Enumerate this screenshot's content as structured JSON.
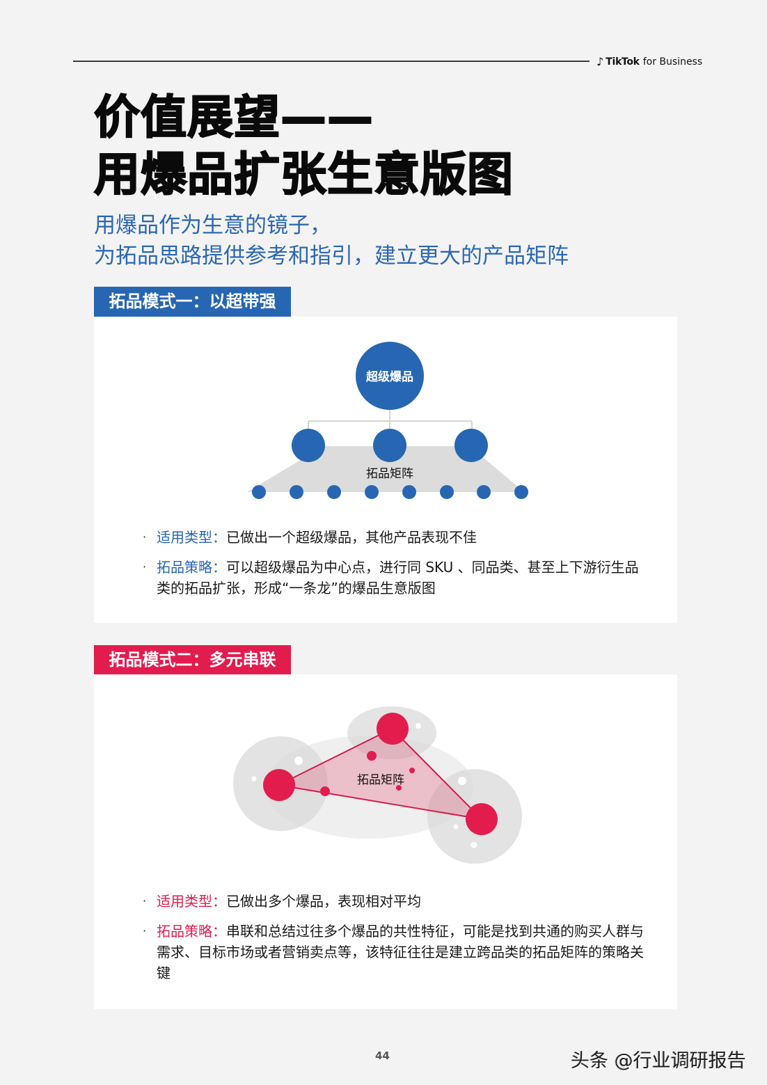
{
  "header": {
    "brand_note_icon": "♪",
    "brand_name": "TikTok",
    "brand_suffix": "for Business"
  },
  "title": {
    "line1": "价值展望——",
    "line2": "用爆品扩张生意版图"
  },
  "subtitle": {
    "line1": "用爆品作为生意的镜子，",
    "line2": "为拓品思路提供参考和指引，建立更大的产品矩阵"
  },
  "sections": [
    {
      "tag": "拓品模式一：以超带强",
      "accent_color": "#2766b2",
      "diagram": {
        "top_node_label": "超级爆品",
        "matrix_label": "拓品矩阵",
        "mid_nodes": 3,
        "bottom_nodes": 8
      },
      "bullets": [
        {
          "key": "适用类型：",
          "text": "已做出一个超级爆品，其他产品表现不佳"
        },
        {
          "key": "拓品策略：",
          "text": "可以超级爆品为中心点，进行同 SKU 、同品类、甚至上下游衍生品类的拓品扩张，形成“一条龙”的爆品生意版图"
        }
      ]
    },
    {
      "tag": "拓品模式二：多元串联",
      "accent_color": "#e21d4e",
      "diagram": {
        "matrix_label": "拓品矩阵",
        "major_nodes": 3,
        "minor_nodes": 4
      },
      "bullets": [
        {
          "key": "适用类型：",
          "text": "已做出多个爆品，表现相对平均"
        },
        {
          "key": "拓品策略：",
          "text": "串联和总结过往多个爆品的共性特征，可能是找到共通的购买人群与需求、目标市场或者营销卖点等，该特征往往是建立跨品类的拓品矩阵的策略关键"
        }
      ]
    }
  ],
  "footer": {
    "page_number": "44",
    "watermark": "头条 @行业调研报告"
  }
}
